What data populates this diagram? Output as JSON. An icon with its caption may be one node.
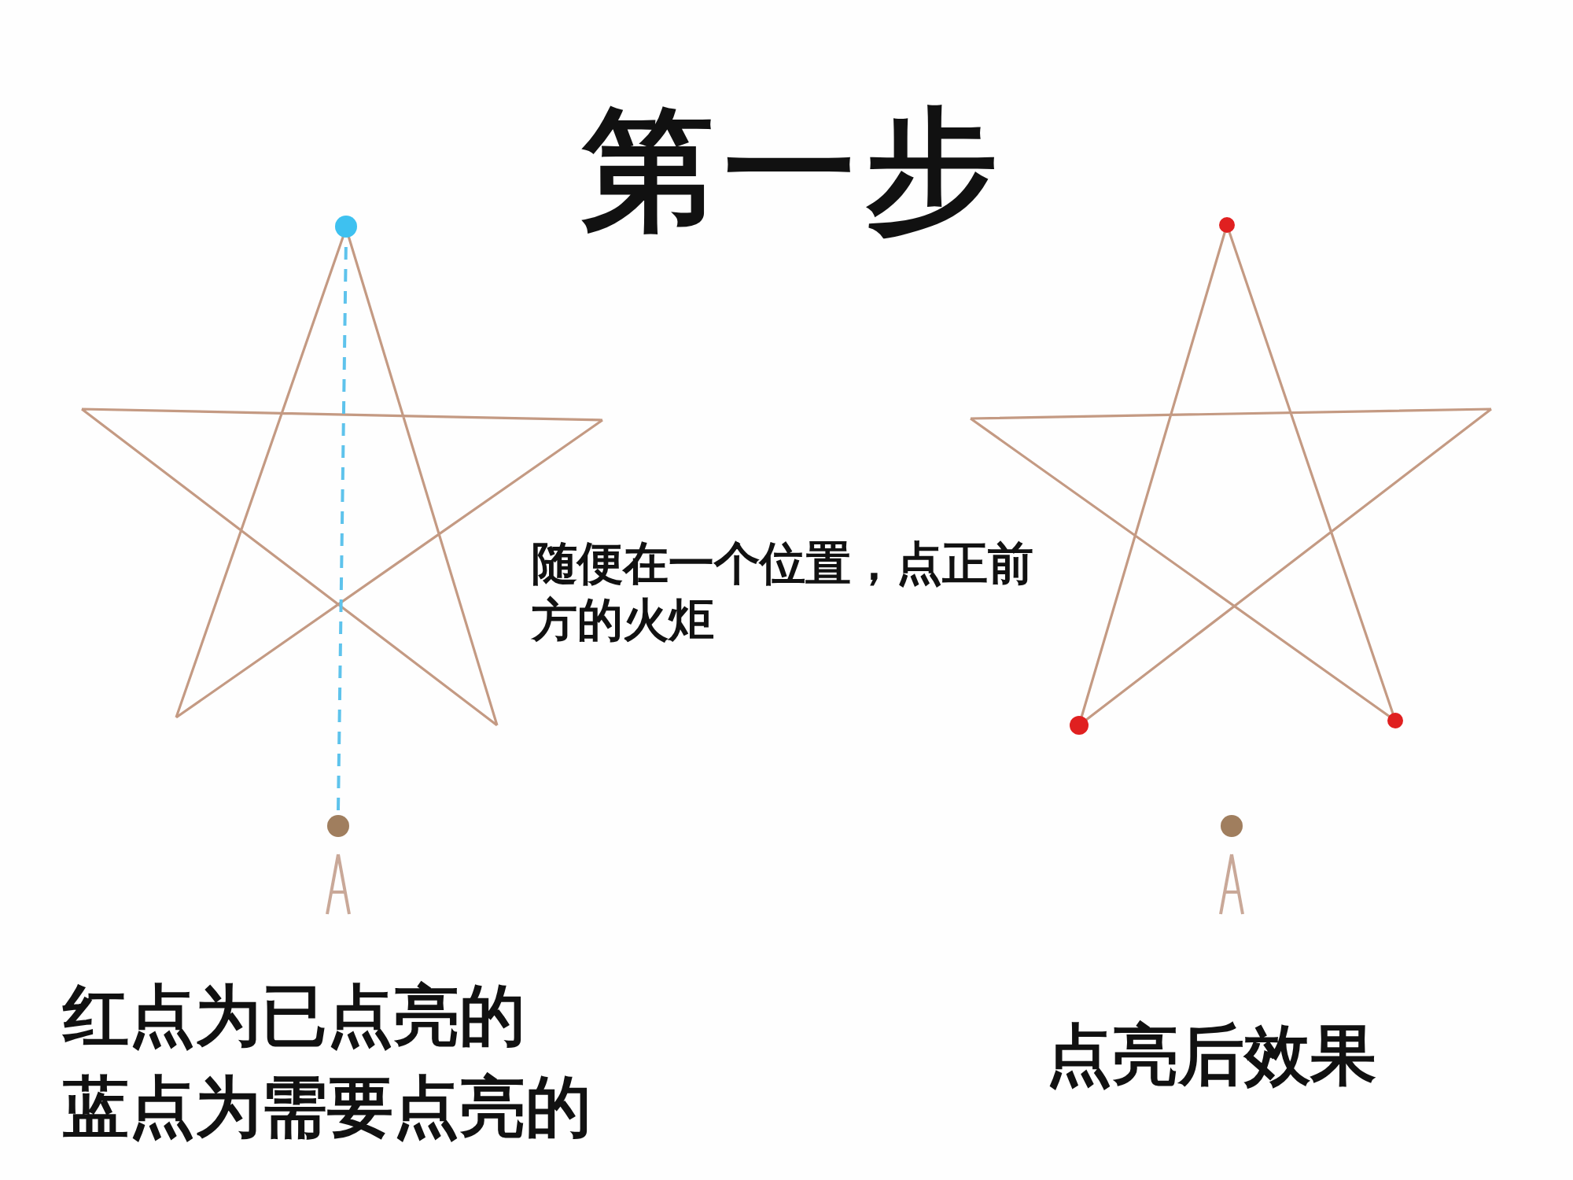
{
  "diagram": {
    "title": "第一步",
    "nodes": [
      {
        "text": [],
        "shape": "circle"
      },
      {
        "text": [],
        "shape": "person"
      }
    ],
    "edges": [
      {
        "from": 1,
        "to": 0,
        "arrow": "none",
        "style": "dashed",
        "color": "#5ec3ec"
      }
    ],
    "labels": [
      "随便在一个位置，点正前方的火炬",
      "红点为已点亮的",
      "蓝点为需要点亮的",
      "点亮后效果"
    ]
  }
}
